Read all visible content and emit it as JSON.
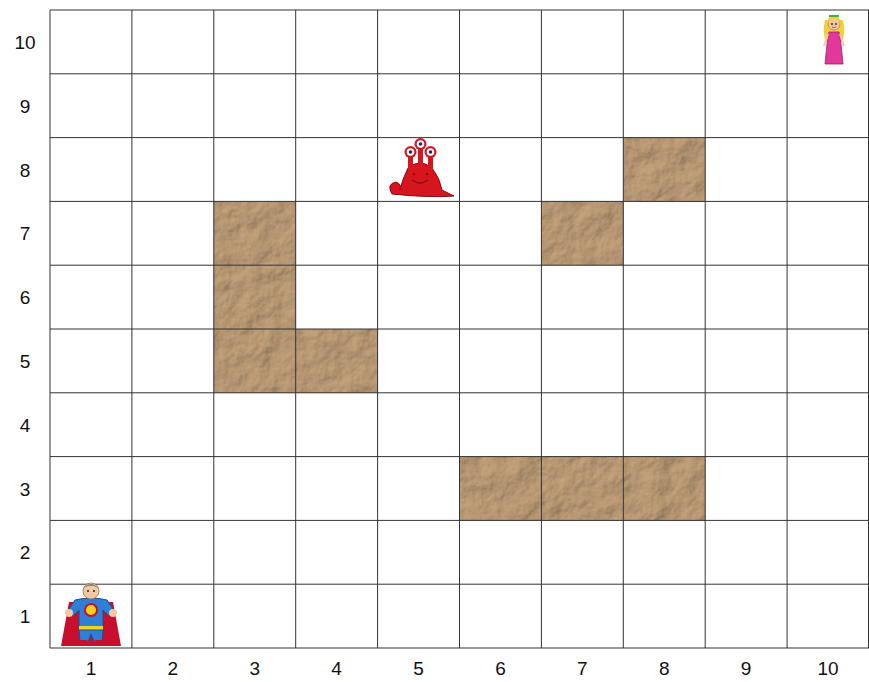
{
  "diagram": {
    "labels": [
      "10",
      "9",
      "8",
      "7",
      "6",
      "5",
      "4",
      "3",
      "2",
      "1",
      "1",
      "2",
      "3",
      "4",
      "5",
      "6",
      "7",
      "8",
      "9",
      "10"
    ]
  }
}
